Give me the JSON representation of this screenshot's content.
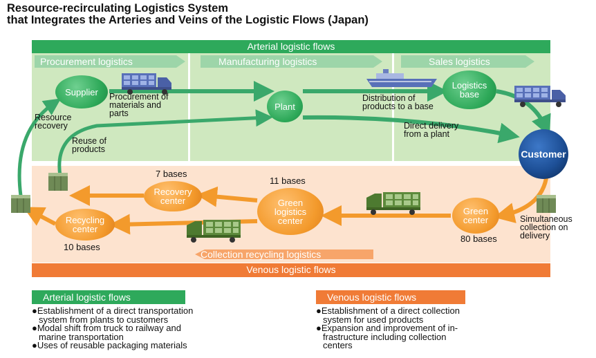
{
  "title": {
    "line1": "Resource-recirculating Logistics System",
    "line2": "that Integrates the Arteries and Veins of the Logistic Flows (Japan)"
  },
  "arterial_band": "Arterial logistic flows",
  "venous_band": "Venous logistic flows",
  "stages": {
    "procurement": "Procurement logistics",
    "manufacturing": "Manufacturing logistics",
    "sales": "Sales logistics",
    "collection": "Collection recycling logistics"
  },
  "nodes": {
    "supplier": "Supplier",
    "plant": "Plant",
    "logistics_base": [
      "Logistics",
      "base"
    ],
    "customer": "Customer",
    "green_center": [
      "Green",
      "center"
    ],
    "green_logistics_center": [
      "Green",
      "logistics",
      "center"
    ],
    "recovery_center": [
      "Recovery",
      "center"
    ],
    "recycling_center": [
      "Recycling",
      "center"
    ]
  },
  "labels": {
    "procurement_parts": [
      "Procurement of",
      "materials and",
      "parts"
    ],
    "resource_recovery": [
      "Resource",
      "recovery"
    ],
    "reuse_products": [
      "Reuse of",
      "products"
    ],
    "distribution": [
      "Distribution of",
      "products to a base"
    ],
    "direct_delivery": [
      "Direct delivery",
      "from a plant"
    ],
    "simultaneous": [
      "Simultaneous",
      "collection on",
      "delivery"
    ]
  },
  "counts": {
    "recovery": "7 bases",
    "green_logistics": "11 bases",
    "green": "80 bases",
    "recycling": "10 bases"
  },
  "legend": {
    "arterial": {
      "heading": "Arterial logistic flows",
      "items": [
        [
          "●Establishment of a direct transportation",
          "system from plants to customers"
        ],
        [
          "●Modal shift from truck to railway and",
          "marine transportation"
        ],
        [
          "●Uses of reusable packaging materials"
        ]
      ]
    },
    "venous": {
      "heading": "Venous logistic flows",
      "items": [
        [
          "●Establishment of a direct collection",
          "system for used products"
        ],
        [
          "●Expansion and improvement of in-",
          "frastructure including collection",
          "centers"
        ]
      ]
    }
  },
  "icons": [
    "truck-icon",
    "ship-icon",
    "container-icon"
  ],
  "colors": {
    "arterial_green": "#2ea95b",
    "arterial_bg": "#cfe8bf",
    "venous_orange": "#f07b36",
    "venous_bg": "#fde3cf",
    "customer_blue": "#1d4f96",
    "flow_arrow_green": "#3aa86b",
    "flow_arrow_orange": "#f39a2c",
    "truck_blue": "#5870b8",
    "truck_green": "#5d8a3c"
  }
}
